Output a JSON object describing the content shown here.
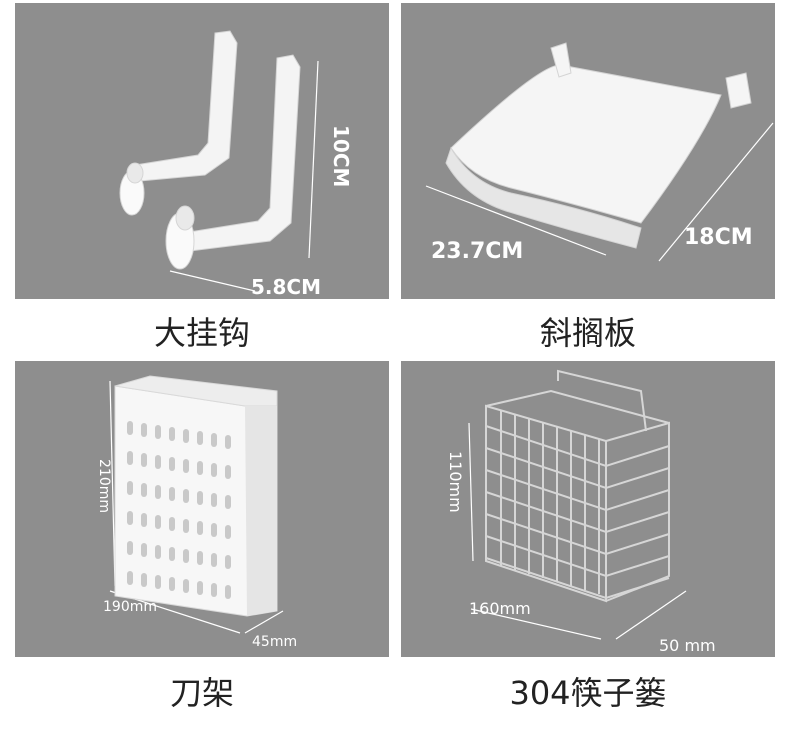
{
  "panels": [
    {
      "id": "hooks",
      "caption": "大挂钩",
      "dims": {
        "height": "10CM",
        "width": "5.8CM"
      }
    },
    {
      "id": "shelf",
      "caption": "斜搁板",
      "dims": {
        "width": "23.7CM",
        "depth": "18CM"
      }
    },
    {
      "id": "knife-holder",
      "caption": "刀架",
      "dims": {
        "height": "210mm",
        "width": "190mm",
        "depth": "45mm"
      }
    },
    {
      "id": "chopstick-basket",
      "caption": "304筷子篓",
      "dims": {
        "height": "110mm",
        "width": "160mm",
        "depth": "50 mm"
      }
    }
  ],
  "colors": {
    "panel_bg": "#8e8e8e",
    "dim_text": "#ffffff",
    "caption_text": "#222222"
  }
}
